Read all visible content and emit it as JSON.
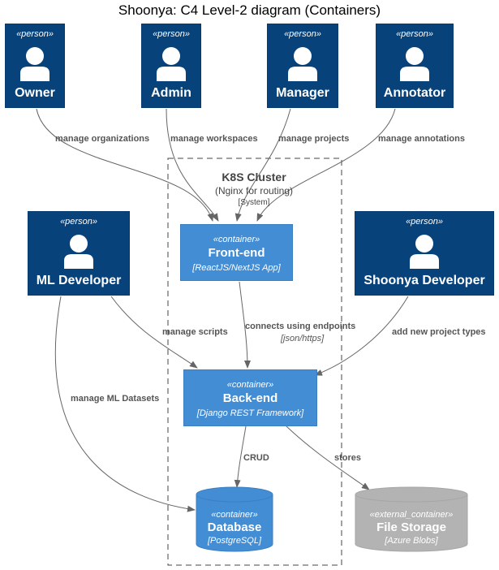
{
  "title": "Shoonya: C4 Level-2 diagram (Containers)",
  "stereotypes": {
    "person": "«person»",
    "container": "«container»",
    "external_container": "«external_container»"
  },
  "persons": {
    "owner": "Owner",
    "admin": "Admin",
    "manager": "Manager",
    "annotator": "Annotator",
    "ml_developer": "ML Developer",
    "shoonya_developer": "Shoonya Developer"
  },
  "boundary": {
    "name": "K8S Cluster",
    "description": "(Nginx for routing)",
    "type": "[System]"
  },
  "containers": {
    "frontend": {
      "name": "Front-end",
      "tech": "[ReactJS/NextJS App]"
    },
    "backend": {
      "name": "Back-end",
      "tech": "[Django REST Framework]"
    },
    "database": {
      "name": "Database",
      "tech": "[PostgreSQL]"
    },
    "file_storage": {
      "name": "File Storage",
      "tech": "[Azure Blobs]"
    }
  },
  "relations": {
    "owner_frontend": "manage organizations",
    "admin_frontend": "manage workspaces",
    "manager_frontend": "manage projects",
    "annotator_frontend": "manage annotations",
    "frontend_backend": "connects using endpoints",
    "frontend_backend_tech": "[json/https]",
    "ml_backend": "manage scripts",
    "ml_database": "manage ML Datasets",
    "shoonya_backend": "add new project types",
    "backend_database": "CRUD",
    "backend_storage": "stores"
  },
  "colors": {
    "person": "#08427B",
    "container": "#438DD5",
    "external_container": "#B3B3B3",
    "edge": "#666666"
  }
}
